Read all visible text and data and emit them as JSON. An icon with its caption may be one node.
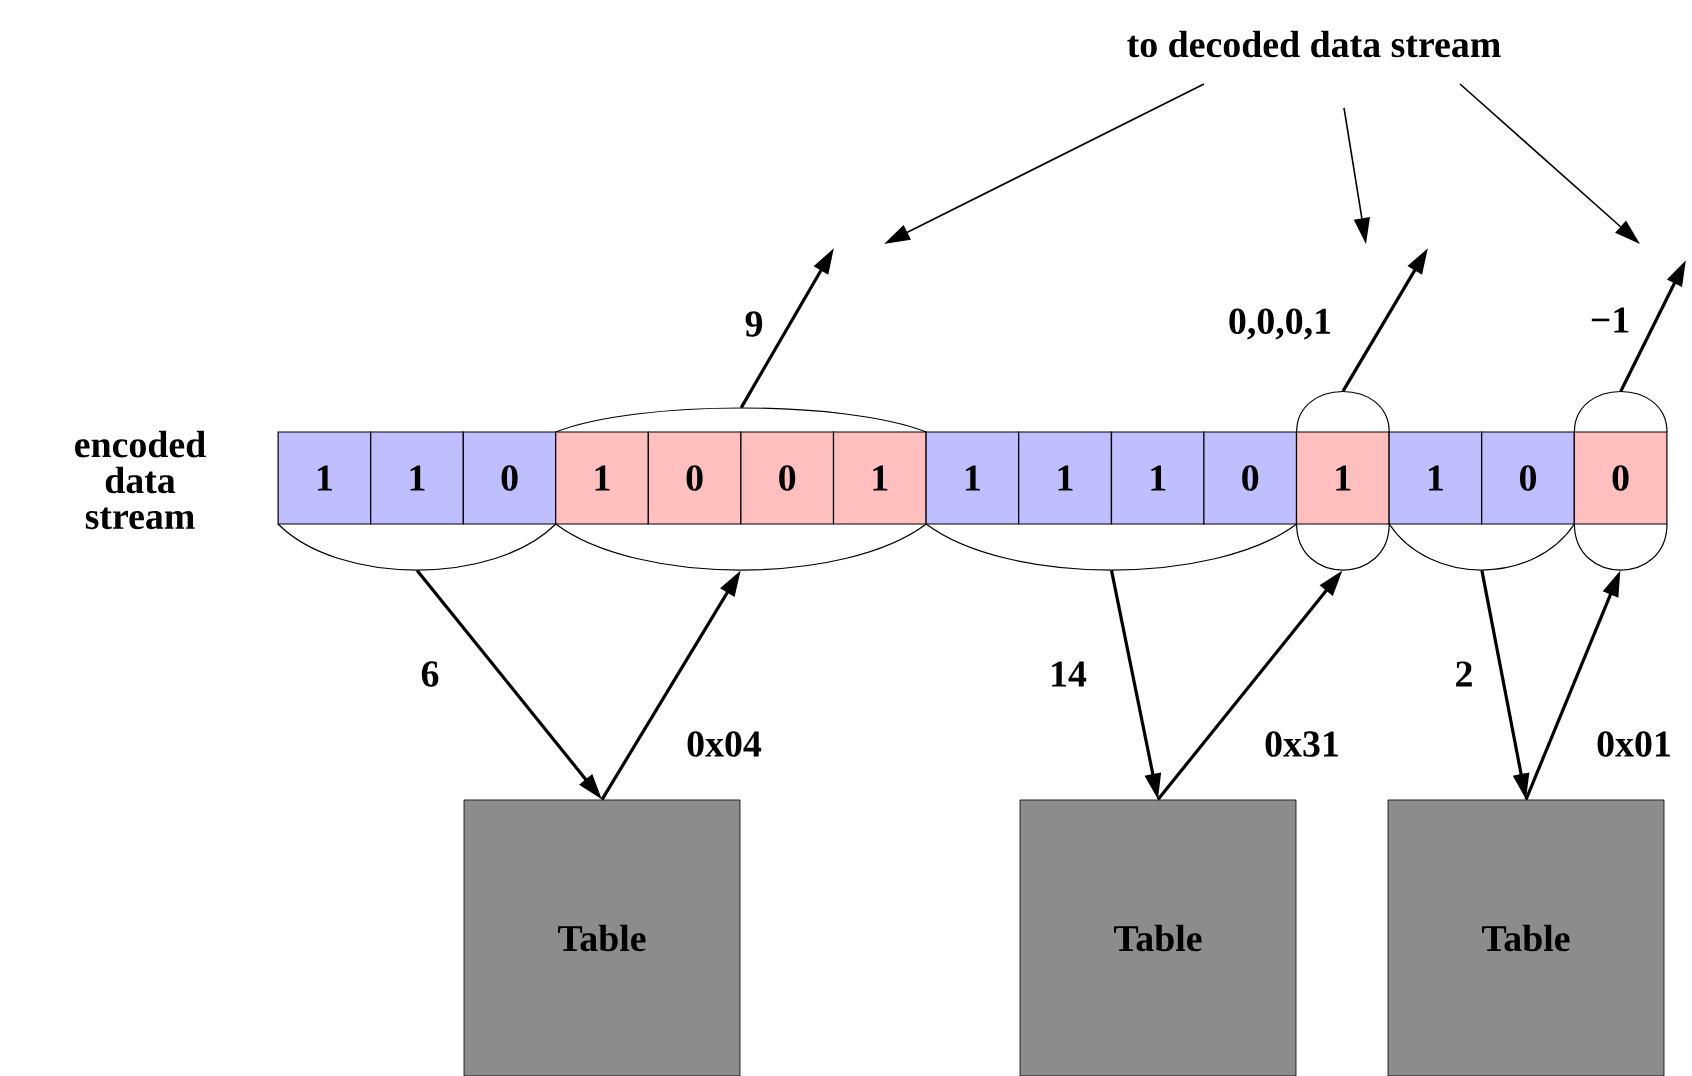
{
  "diagram": {
    "nodes": [
      {
        "text": [
          "to decoded data stream"
        ]
      },
      {
        "text": [],
        "shape": "arc"
      },
      {
        "text": [],
        "shape": "arc"
      },
      {
        "text": [],
        "shape": "arc"
      },
      {
        "text": [
          "1"
        ]
      },
      {
        "text": [
          "1"
        ]
      },
      {
        "text": [
          "0"
        ]
      },
      {
        "text": [
          "1"
        ]
      },
      {
        "text": [
          "0"
        ]
      },
      {
        "text": [
          "0"
        ]
      },
      {
        "text": [
          "1"
        ]
      },
      {
        "text": [
          "1"
        ]
      },
      {
        "text": [
          "1"
        ]
      },
      {
        "text": [
          "1"
        ]
      },
      {
        "text": [
          "0"
        ]
      },
      {
        "text": [
          "1"
        ]
      },
      {
        "text": [
          "1"
        ]
      },
      {
        "text": [
          "0"
        ]
      },
      {
        "text": [
          "0"
        ]
      },
      {
        "text": [],
        "shape": "arc"
      },
      {
        "text": [],
        "shape": "arc"
      },
      {
        "text": [],
        "shape": "arc"
      },
      {
        "text": [],
        "shape": "arc"
      },
      {
        "text": [],
        "shape": "arc"
      },
      {
        "text": [],
        "shape": "arc"
      },
      {
        "text": [
          "Table"
        ]
      },
      {
        "text": [
          "Table"
        ]
      },
      {
        "text": [
          "Table"
        ]
      }
    ],
    "edges": [
      {
        "from": 19,
        "to": 25,
        "arrow": "to",
        "label": "6"
      },
      {
        "from": 25,
        "to": 20,
        "arrow": "to",
        "label": "0x04"
      },
      {
        "from": 1,
        "to": null,
        "arrow": "to",
        "label": "9"
      },
      {
        "from": 21,
        "to": 26,
        "arrow": "to",
        "label": "14"
      },
      {
        "from": 26,
        "to": 22,
        "arrow": "to",
        "label": "0x31"
      },
      {
        "from": 2,
        "to": null,
        "arrow": "to",
        "label": "0,0,0,1"
      },
      {
        "from": 23,
        "to": 27,
        "arrow": "to",
        "label": "2"
      },
      {
        "from": 27,
        "to": 24,
        "arrow": "to",
        "label": "0x01"
      },
      {
        "from": 3,
        "to": null,
        "arrow": "to",
        "label": "−1"
      },
      {
        "from": 0,
        "to": null,
        "arrow": "to"
      },
      {
        "from": 0,
        "to": null,
        "arrow": "to"
      },
      {
        "from": 0,
        "to": null,
        "arrow": "to"
      }
    ],
    "labels": [
      "encoded data stream"
    ]
  }
}
